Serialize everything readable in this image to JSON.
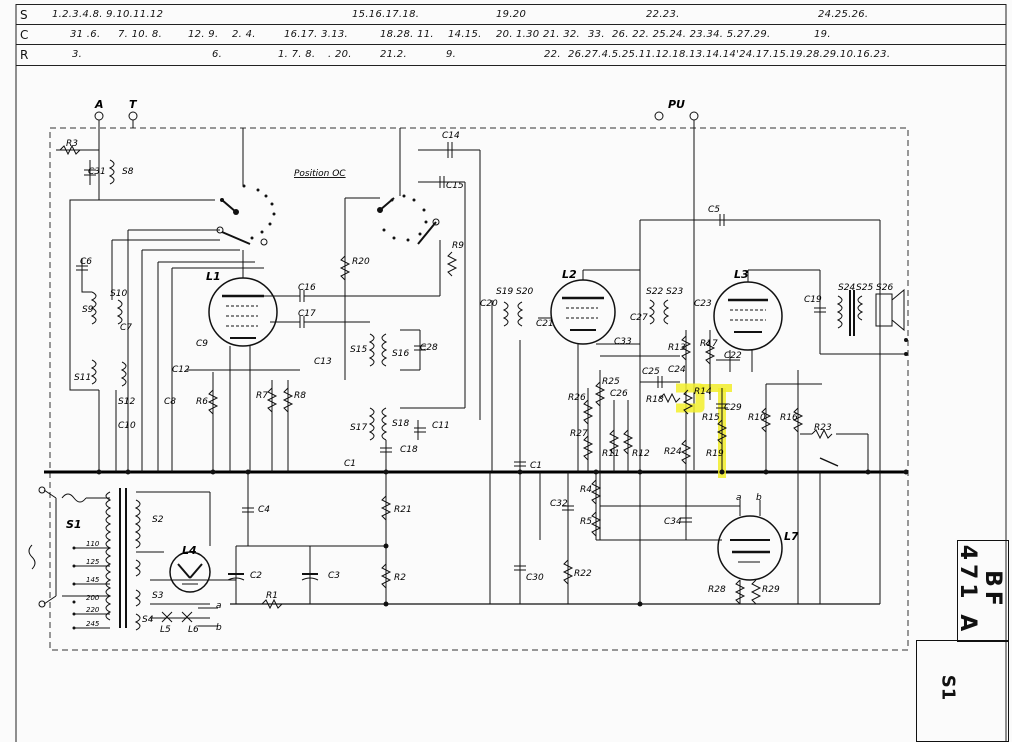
{
  "header": {
    "rows": [
      {
        "key": "S",
        "cells": [
          "1.2.3.4.8. 9.10.11.12",
          "15.16.17.18.",
          "19.20",
          "22.23.",
          "24.25.26."
        ]
      },
      {
        "key": "C",
        "cells": [
          "31 .6.",
          "7. 10. 8.",
          "12. 9.",
          "2. 4.",
          "16.17. 3.13.",
          "18.28. 11.",
          "14.15.",
          "20.",
          "1.30 21. 32.",
          "33.",
          "26. 22. 25.24. 23.34. 5.27.29.",
          "19."
        ]
      },
      {
        "key": "R",
        "cells": [
          "3.",
          "6.",
          "1. 7. 8.",
          ". 20.",
          "21.2.",
          "9.",
          "22.",
          "26.27.4.5.25.11.12.18.13.14.14'24.17.15.19.28.29.10.16.23."
        ]
      }
    ]
  },
  "schematic": {
    "terminals": {
      "antenna": "A",
      "earth": "T",
      "pickup": "PU"
    },
    "position_note": "Position OC",
    "tubes": [
      "L1",
      "L2",
      "L3",
      "L4",
      "L7"
    ],
    "switches": [
      "S1",
      "S2",
      "S3",
      "S4",
      "S8",
      "S9",
      "S10",
      "S11",
      "S12",
      "S15",
      "S16",
      "S17",
      "S18",
      "S19",
      "S20",
      "S22",
      "S23",
      "S24",
      "S25",
      "S26"
    ],
    "capacitors": [
      "C1",
      "C2",
      "C3",
      "C4",
      "C5",
      "C6",
      "C7",
      "C8",
      "C9",
      "C10",
      "C11",
      "C12",
      "C13",
      "C14",
      "C15",
      "C16",
      "C17",
      "C18",
      "C19",
      "C20",
      "C21",
      "C22",
      "C23",
      "C24",
      "C25",
      "C26",
      "C27",
      "C28",
      "C29",
      "C30",
      "C31",
      "C32",
      "C33",
      "C34"
    ],
    "resistors": [
      "R1",
      "R2",
      "R3",
      "R4",
      "R5",
      "R6",
      "R7",
      "R8",
      "R9",
      "R10",
      "R11",
      "R12",
      "R13",
      "R14",
      "R15",
      "R16",
      "R17",
      "R18",
      "R19",
      "R20",
      "R21",
      "R22",
      "R23",
      "R24",
      "R25",
      "R26",
      "R27",
      "R28",
      "R29"
    ],
    "mains_taps": [
      "110",
      "125",
      "145",
      "200",
      "220",
      "245"
    ],
    "misc": [
      "a",
      "b",
      "L5",
      "L6"
    ],
    "highlight_color": "#f2ee2a"
  },
  "title_block": {
    "model": "BF 471 A",
    "sheet": "S1"
  }
}
